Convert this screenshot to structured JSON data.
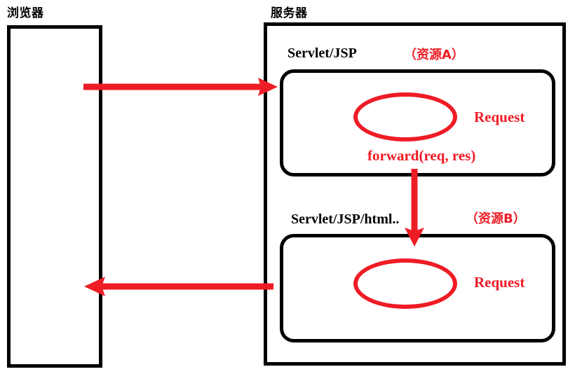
{
  "diagram": {
    "title_browser": "浏览器",
    "title_server": "服务器",
    "accent_red": "#ee1c25",
    "line_black": "#000000",
    "background": "#ffffff"
  },
  "browser": {
    "label": "浏览器"
  },
  "server": {
    "label": "服务器",
    "resources": [
      {
        "name": "Servlet/JSP",
        "tag": "（资源A）",
        "request_label": "Request"
      },
      {
        "name": "Servlet/JSP/html..",
        "tag": "（资源B）",
        "request_label": "Request"
      }
    ]
  },
  "arrows": {
    "request_in": "",
    "forward_call": "forward(req, res)",
    "response_out": ""
  }
}
